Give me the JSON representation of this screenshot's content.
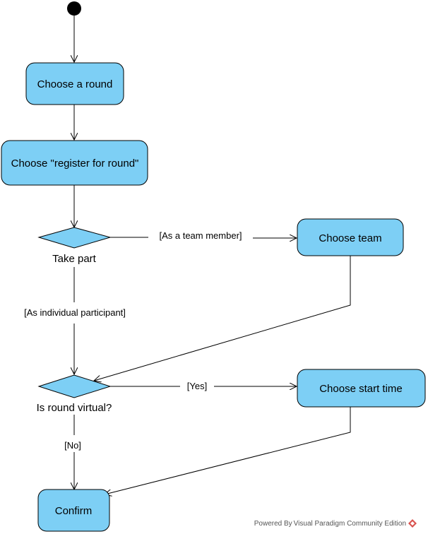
{
  "diagram": {
    "colors": {
      "action_fill": "#7dcff5",
      "decision_fill": "#7dcff5",
      "stroke": "#000000",
      "flow": "#000000",
      "initial_node": "#000000"
    },
    "actions": {
      "choose_round": "Choose a round",
      "register": "Choose \"register for round\"",
      "choose_team": "Choose team",
      "choose_start_time": "Choose start time",
      "confirm": "Confirm"
    },
    "decisions": {
      "take_part": "Take part",
      "is_virtual": "Is round virtual?"
    },
    "guards": {
      "team_member": "[As a team member]",
      "individual": "[As individual participant]",
      "yes": "[Yes]",
      "no": "[No]"
    }
  },
  "watermark": {
    "text": "Powered By Visual Paradigm Community Edition",
    "logo_icon": "visual-paradigm-logo-icon"
  }
}
